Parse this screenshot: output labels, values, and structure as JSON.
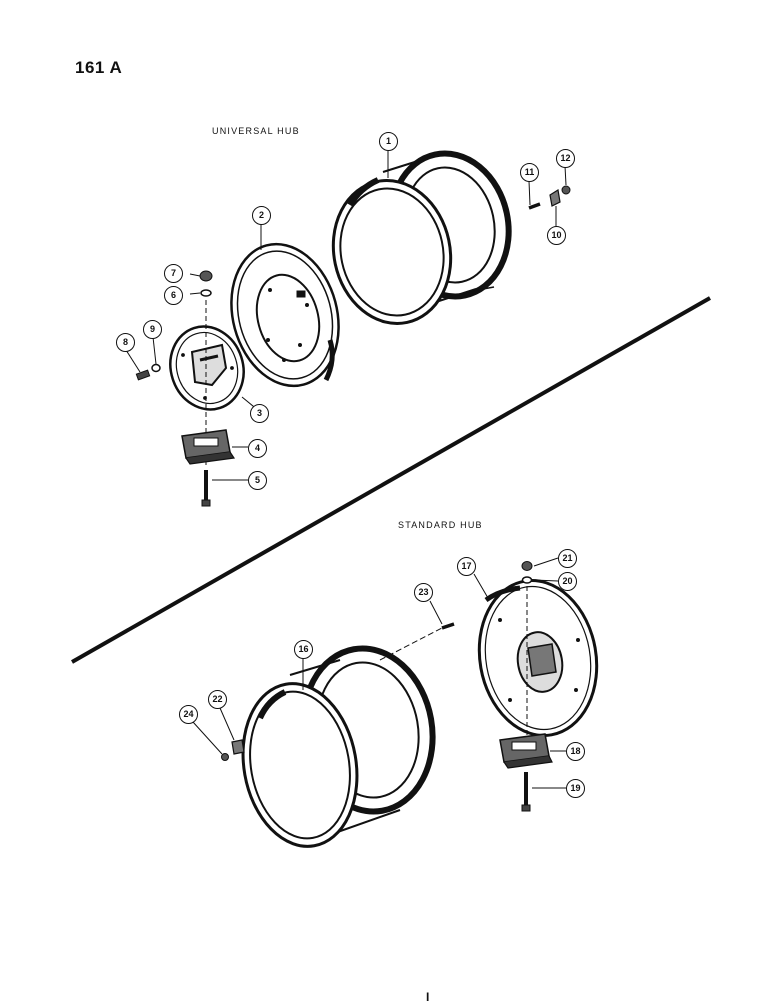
{
  "page": {
    "number": "161 A"
  },
  "sections": {
    "universal": "UNIVERSAL HUB",
    "standard": "STANDARD HUB"
  },
  "callouts": {
    "c1": "1",
    "c2": "2",
    "c3": "3",
    "c4": "4",
    "c5": "5",
    "c6": "6",
    "c7": "7",
    "c8": "8",
    "c9": "9",
    "c10": "10",
    "c11": "11",
    "c12": "12",
    "c16": "16",
    "c17": "17",
    "c18": "18",
    "c19": "19",
    "c20": "20",
    "c21": "21",
    "c22": "22",
    "c23": "23",
    "c24": "24"
  },
  "footer": {
    "mark": "I"
  }
}
